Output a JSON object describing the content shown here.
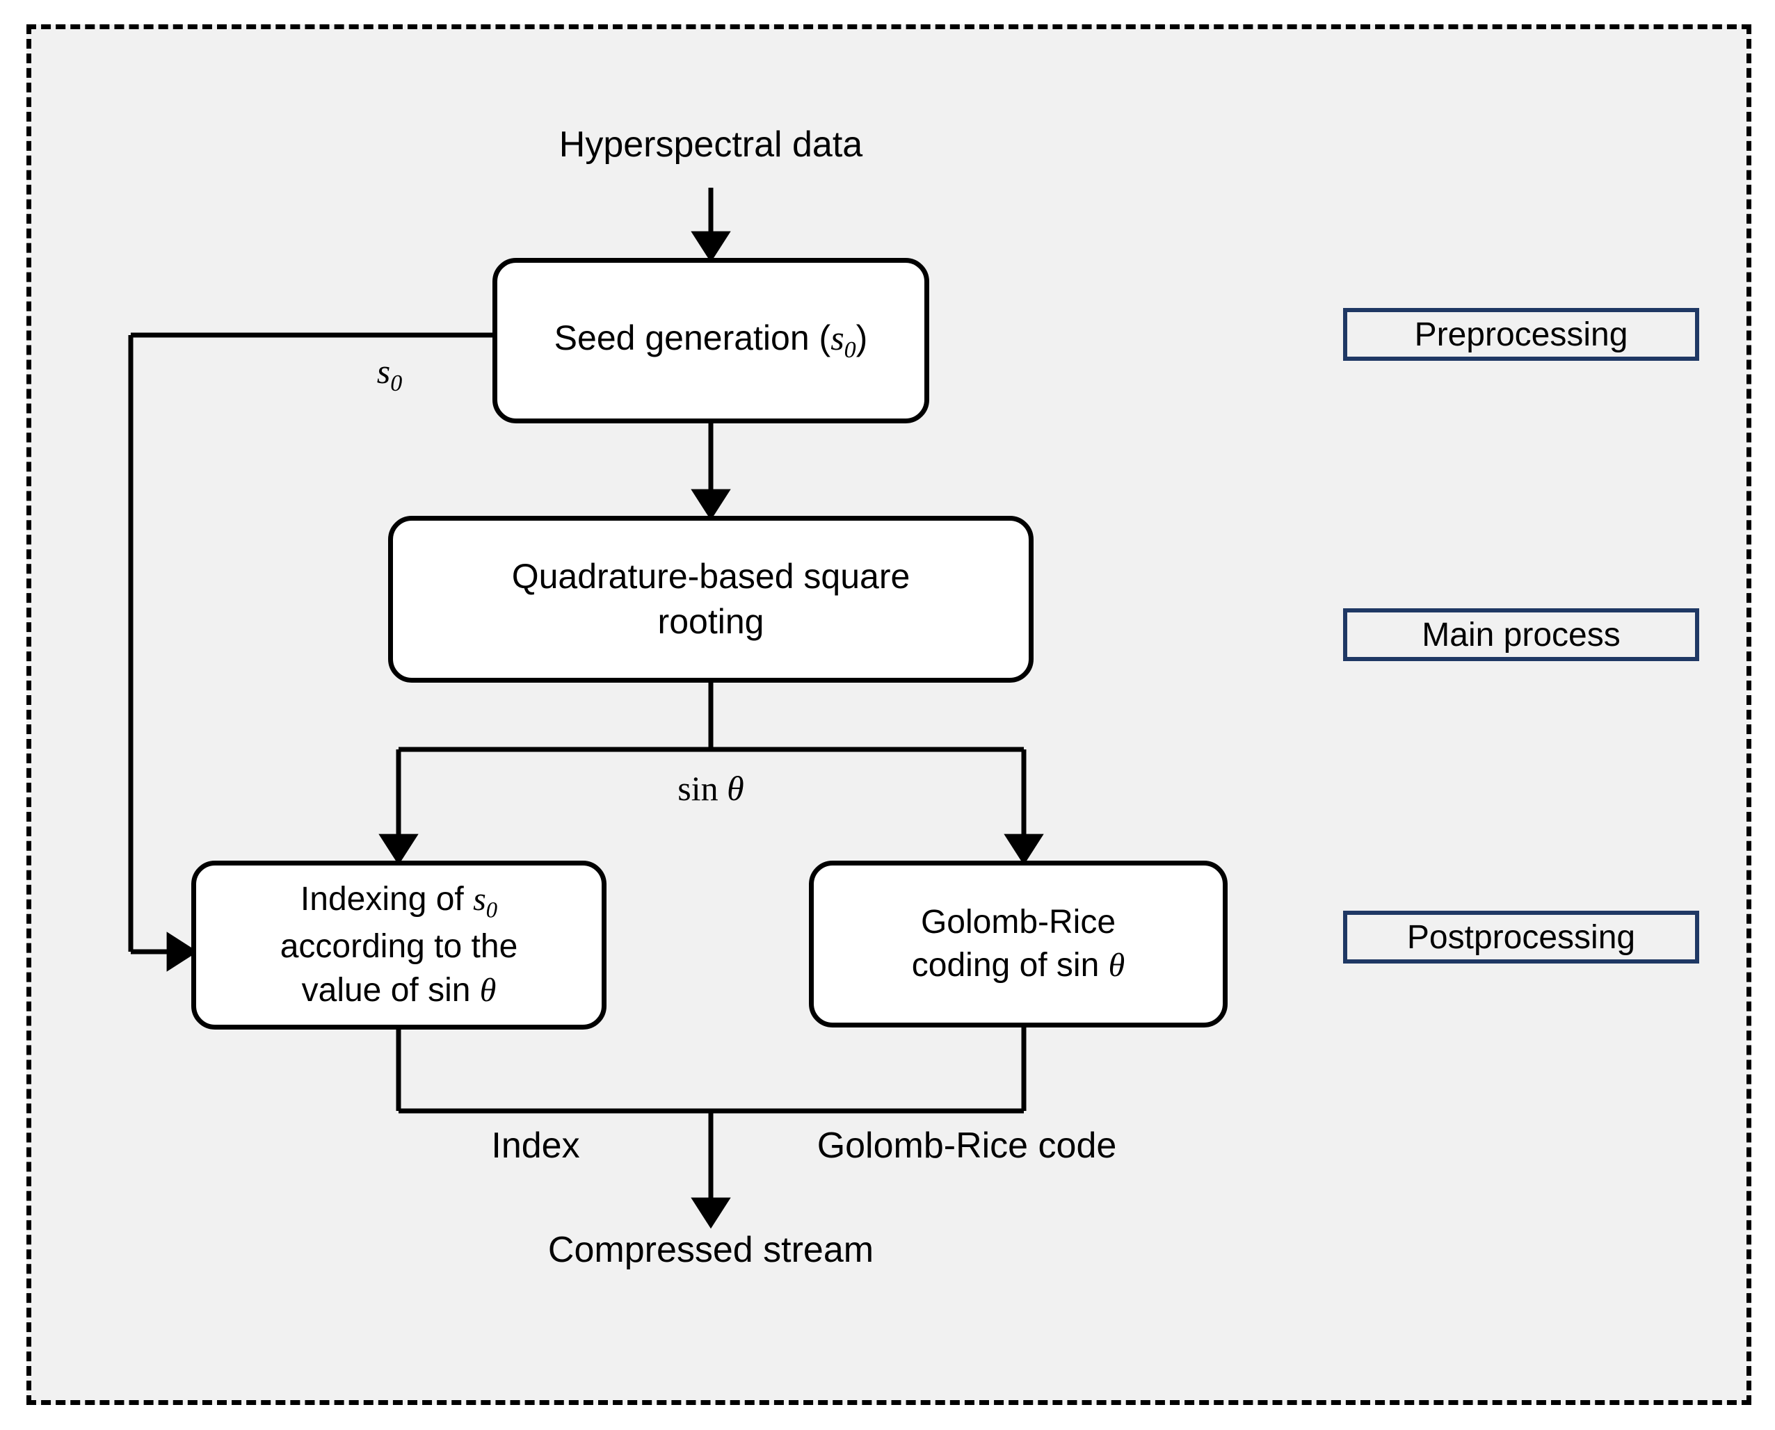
{
  "diagram": {
    "title_flow": "Hyperspectral data compression pipeline",
    "background_color": "#f1f1f1",
    "border_style": "dashed",
    "border_color": "#000000",
    "accent_color": "#1f3864"
  },
  "nodes": {
    "input_label": "Hyperspectral data",
    "seed_generation": {
      "text_prefix": "Seed generation (",
      "symbol": "s",
      "symbol_sub": "0",
      "text_suffix": ")",
      "full_text": "Seed generation (s0)"
    },
    "square_rooting": {
      "line1": "Quadrature-based square",
      "line2": "rooting",
      "full_text": "Quadrature-based square rooting"
    },
    "indexing": {
      "line1_prefix": "Indexing of ",
      "line1_symbol": "s",
      "line1_sub": "0",
      "line2": "according to the",
      "line3_prefix": "value of sin ",
      "line3_symbol": "θ",
      "full_text": "Indexing of s0 according to the value of sin θ"
    },
    "golomb_rice": {
      "line1": "Golomb-Rice",
      "line2_prefix": "coding of sin ",
      "line2_symbol": "θ",
      "full_text": "Golomb-Rice coding of sin θ"
    },
    "output_label": "Compressed stream"
  },
  "edge_labels": {
    "feedback_seed": {
      "symbol": "s",
      "sub": "0",
      "full_text": "s0"
    },
    "sin_theta": {
      "prefix": "sin ",
      "symbol": "θ",
      "full_text": "sin θ"
    },
    "index": "Index",
    "golomb_rice_code": "Golomb-Rice code"
  },
  "legend": {
    "items": [
      {
        "label": "Preprocessing"
      },
      {
        "label": "Main process"
      },
      {
        "label": "Postprocessing"
      }
    ]
  }
}
